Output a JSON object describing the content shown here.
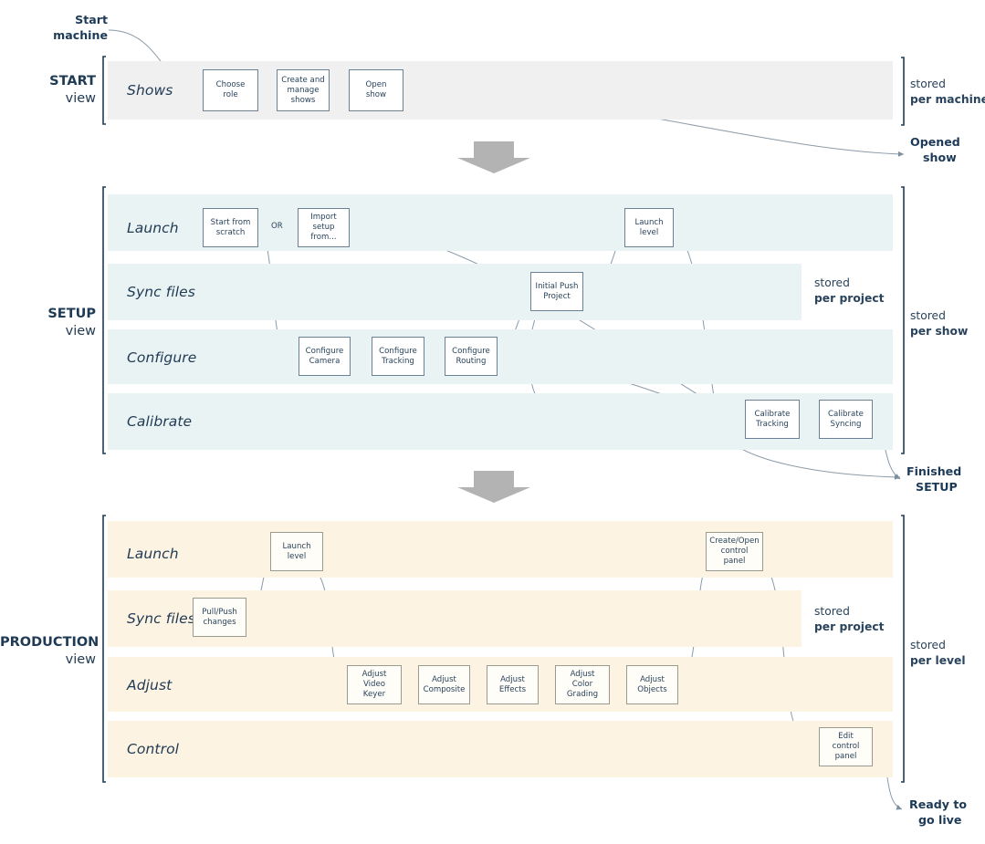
{
  "colors": {
    "start_band": "#f0f0f0",
    "setup_band": "#eaf3f3",
    "production_band": "#fcf3e2",
    "node_border": "#6b8196",
    "prod_node_border": "#9a9a8e",
    "text": "#1f3a54",
    "connector": "#8a9aa8",
    "arrow_gray": "#b3b3b3"
  },
  "endpoints": {
    "start_machine": {
      "line1": "Start",
      "line2": "machine"
    },
    "opened_show": {
      "line1": "Opened",
      "line2": "show"
    },
    "finished_setup": {
      "line1": "Finished",
      "line2": "SETUP"
    },
    "ready_to_go_live": {
      "line1": "Ready to",
      "line2": "go live"
    }
  },
  "sections": [
    {
      "id": "start",
      "stage_label": {
        "bold": "START",
        "normal": "view"
      },
      "stored_outer": {
        "line1": "stored",
        "line2": "per machine"
      },
      "rows": [
        {
          "label": "Shows",
          "nodes": [
            {
              "label": "Choose role",
              "lines": [
                "Choose",
                "role"
              ]
            },
            {
              "label": "Create and manage shows",
              "lines": [
                "Create and",
                "manage",
                "shows"
              ]
            },
            {
              "label": "Open show",
              "lines": [
                "Open",
                "show"
              ]
            }
          ]
        }
      ]
    },
    {
      "id": "setup",
      "stage_label": {
        "bold": "SETUP",
        "normal": "view"
      },
      "stored_inner": {
        "line1": "stored",
        "line2": "per project"
      },
      "stored_outer": {
        "line1": "stored",
        "line2": "per show"
      },
      "or_label": "OR",
      "rows": [
        {
          "label": "Launch",
          "nodes": [
            {
              "label": "Start from scratch",
              "lines": [
                "Start from",
                "scratch"
              ]
            },
            {
              "label": "Import setup from...",
              "lines": [
                "Import setup",
                "from..."
              ]
            },
            {
              "label": "Launch level",
              "lines": [
                "Launch",
                "level"
              ]
            }
          ]
        },
        {
          "label": "Sync files",
          "nodes": [
            {
              "label": "Initial Push Project",
              "lines": [
                "Initial Push",
                "Project"
              ]
            }
          ]
        },
        {
          "label": "Configure",
          "nodes": [
            {
              "label": "Configure Camera",
              "lines": [
                "Configure",
                "Camera"
              ]
            },
            {
              "label": "Configure Tracking",
              "lines": [
                "Configure",
                "Tracking"
              ]
            },
            {
              "label": "Configure Routing",
              "lines": [
                "Configure",
                "Routing"
              ]
            }
          ]
        },
        {
          "label": "Calibrate",
          "nodes": [
            {
              "label": "Calibrate Tracking",
              "lines": [
                "Calibrate",
                "Tracking"
              ]
            },
            {
              "label": "Calibrate Syncing",
              "lines": [
                "Calibrate",
                "Syncing"
              ]
            }
          ]
        }
      ]
    },
    {
      "id": "production",
      "stage_label": {
        "bold": "PRODUCTION",
        "normal": "view"
      },
      "stored_inner": {
        "line1": "stored",
        "line2": "per project"
      },
      "stored_outer": {
        "line1": "stored",
        "line2": "per level"
      },
      "rows": [
        {
          "label": "Launch",
          "nodes": [
            {
              "label": "Launch level",
              "lines": [
                "Launch",
                "level"
              ]
            },
            {
              "label": "Create/Open control panel",
              "lines": [
                "Create/Open",
                "control panel"
              ]
            }
          ]
        },
        {
          "label": "Sync files",
          "nodes": [
            {
              "label": "Pull/Push changes",
              "lines": [
                "Pull/Push",
                "changes"
              ]
            }
          ]
        },
        {
          "label": "Adjust",
          "nodes": [
            {
              "label": "Adjust Video Keyer",
              "lines": [
                "Adjust Video",
                "Keyer"
              ]
            },
            {
              "label": "Adjust Composite",
              "lines": [
                "Adjust",
                "Composite"
              ]
            },
            {
              "label": "Adjust Effects",
              "lines": [
                "Adjust",
                "Effects"
              ]
            },
            {
              "label": "Adjust Color Grading",
              "lines": [
                "Adjust Color",
                "Grading"
              ]
            },
            {
              "label": "Adjust Objects",
              "lines": [
                "Adjust",
                "Objects"
              ]
            }
          ]
        },
        {
          "label": "Control",
          "nodes": [
            {
              "label": "Edit control panel",
              "lines": [
                "Edit",
                "control panel"
              ]
            }
          ]
        }
      ]
    }
  ]
}
